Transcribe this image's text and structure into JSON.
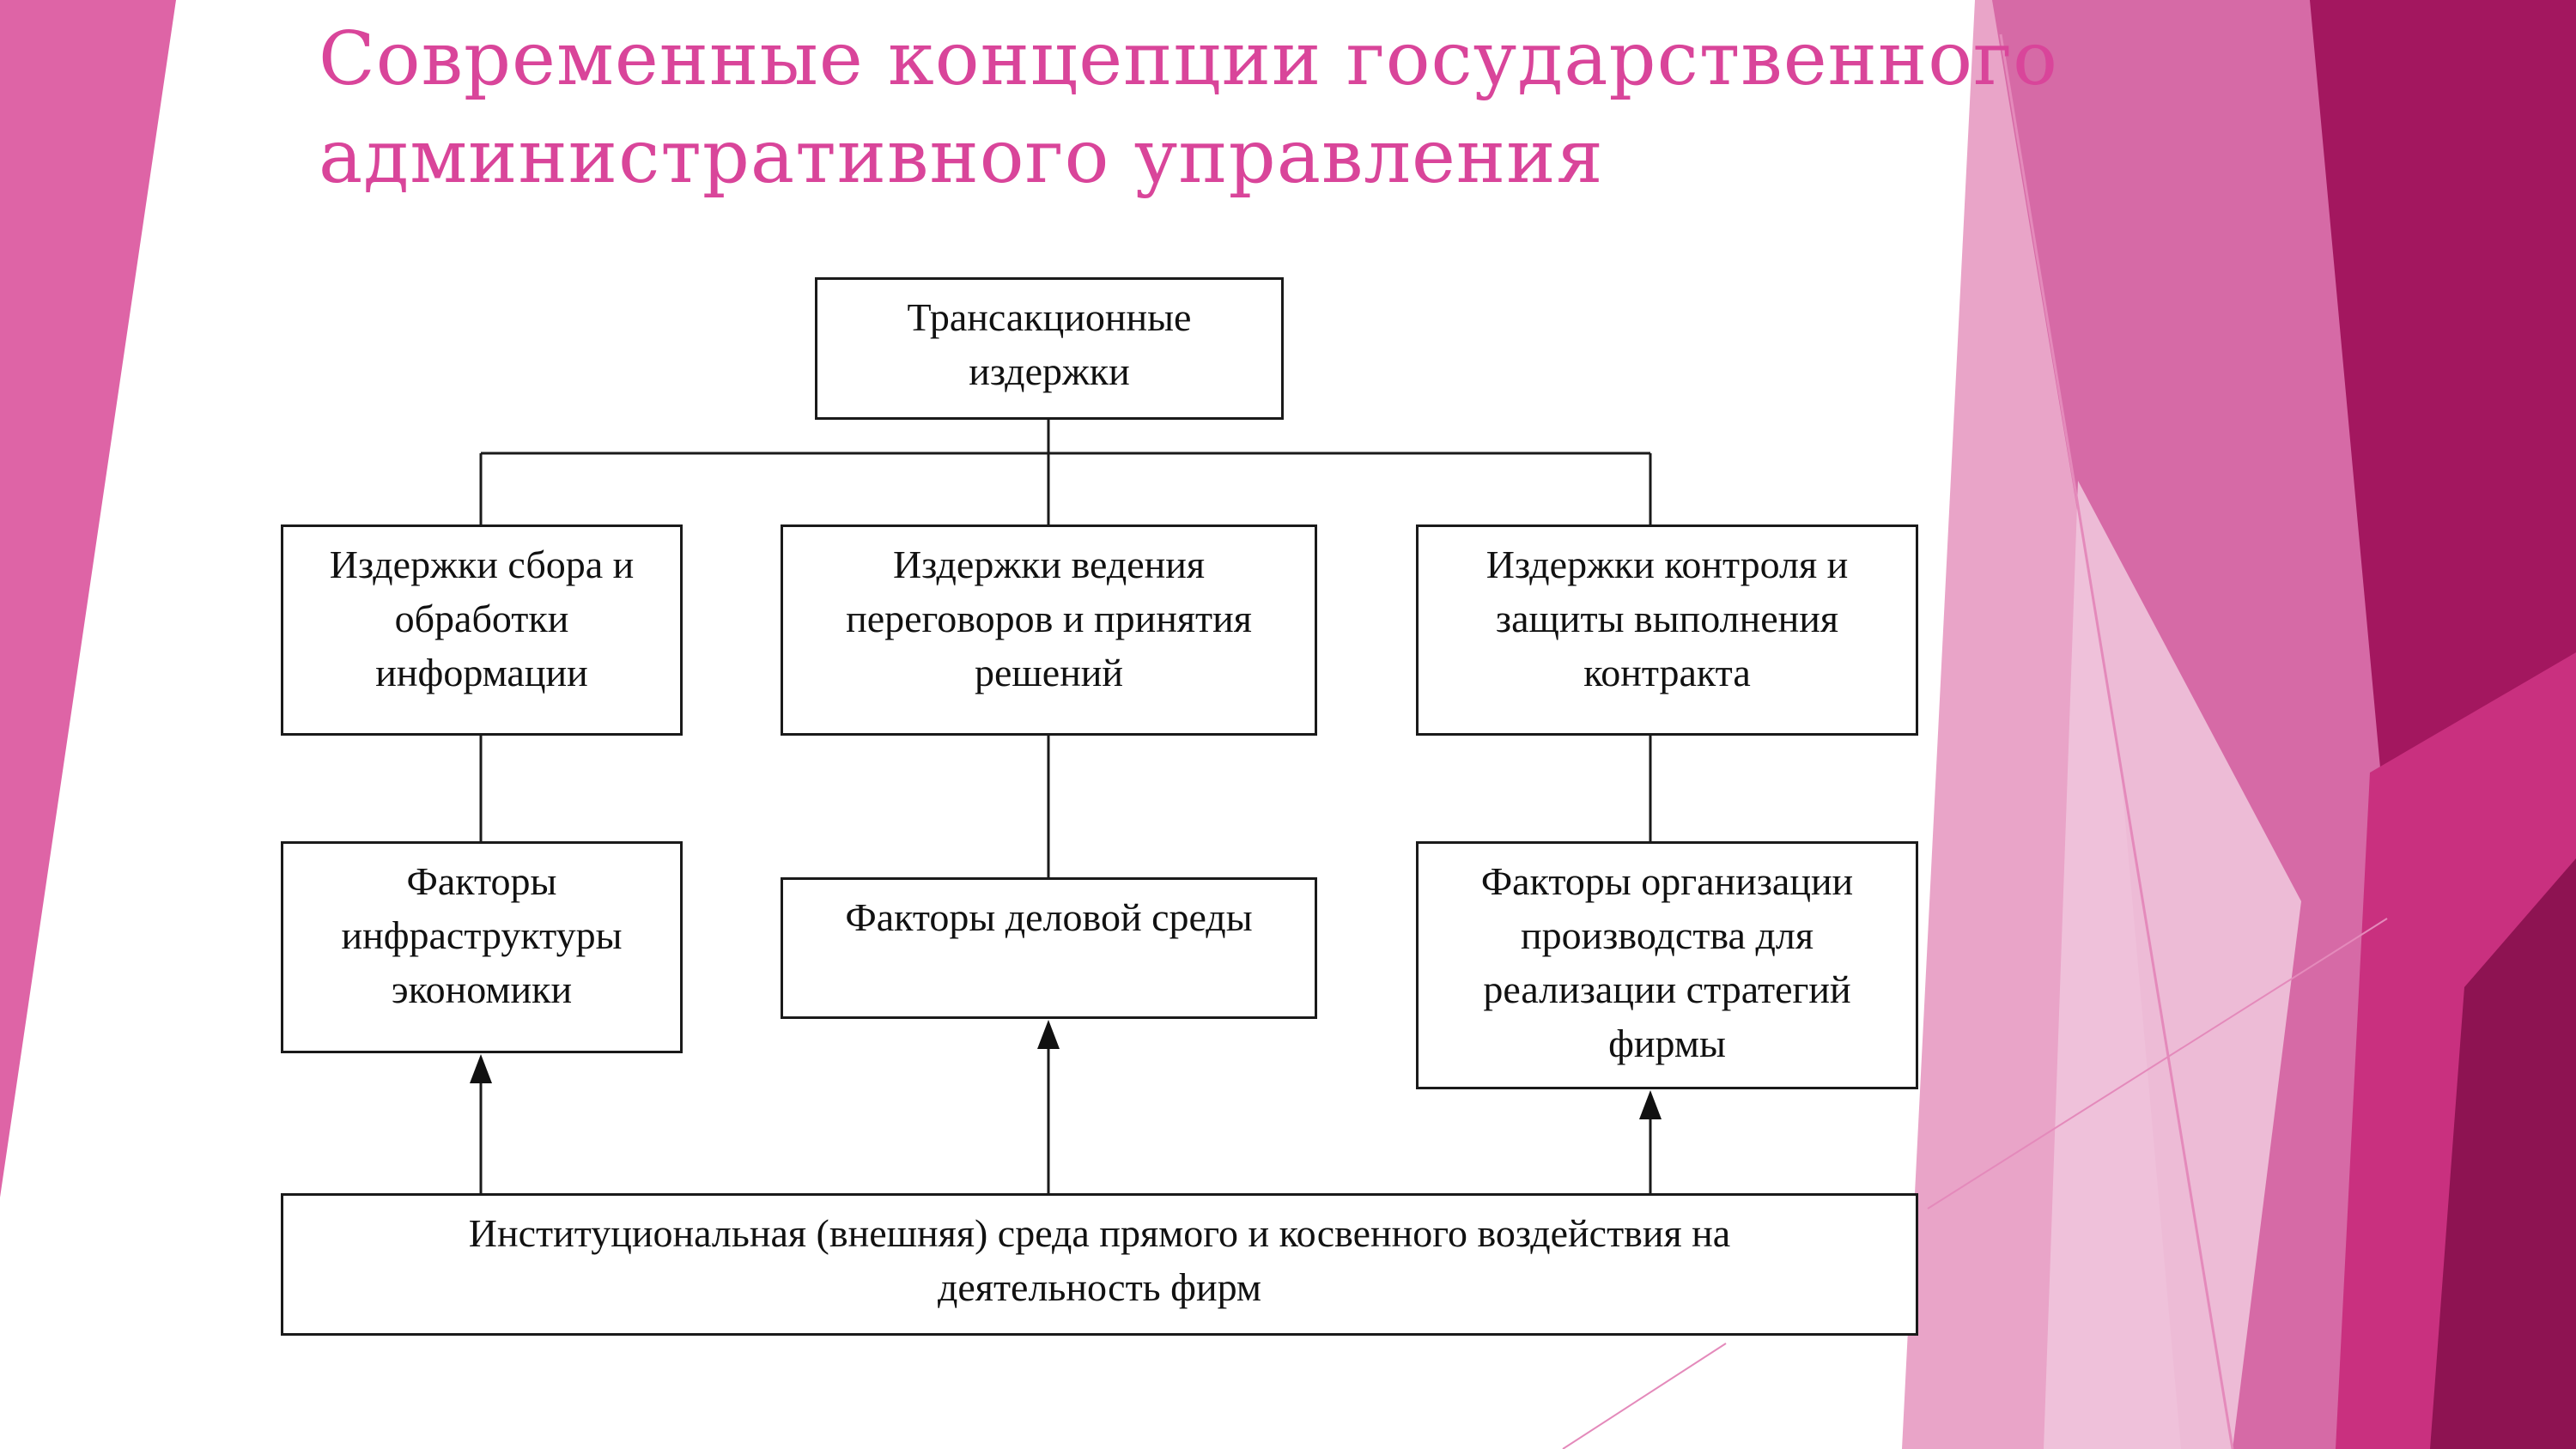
{
  "title": {
    "line1": "Современные концепции государственного",
    "line2": "административного управления"
  },
  "theme": {
    "title_color": "#d9459a",
    "accent_dark": "#a3175f",
    "accent_mid": "#c9307f",
    "accent_light": "#e06aa8"
  },
  "diagram": {
    "top": "Трансакционные\nиздержки",
    "costs_info": "Издержки сбора и\nобработки\nинформации",
    "costs_negotiation": "Издержки ведения\nпереговоров и принятия\nрешений",
    "costs_control": "Издержки контроля и\nзащиты выполнения\nконтракта",
    "factors_infrastructure": "Факторы\nинфраструктуры\nэкономики",
    "factors_business": "Факторы деловой среды",
    "factors_organization": "Факторы организации\nпроизводства для\nреализации стратегий\nфирмы",
    "institutional": "Институциональная (внешняя) среда прямого и косвенного воздействия на\nдеятельность фирм"
  }
}
